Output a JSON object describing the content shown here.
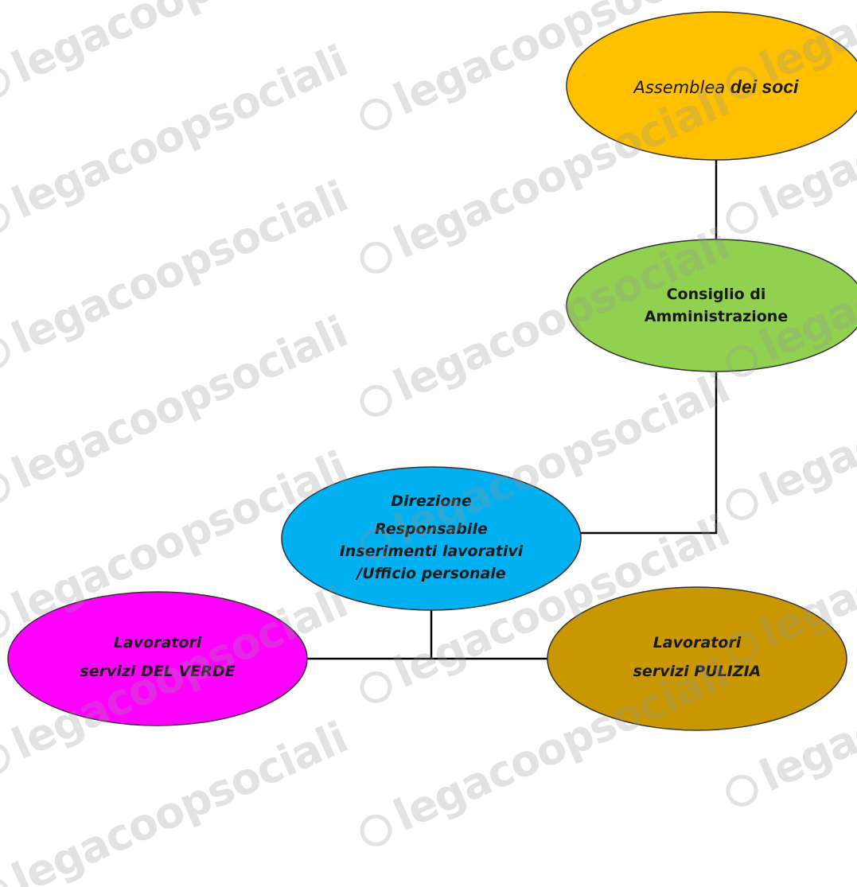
{
  "colors": {
    "assemblea": "#FFC000",
    "consiglio": "#92D050",
    "direzione": "#00B0F0",
    "verde": "#FF00FF",
    "pulizia": "#C99700",
    "connector": "#000000"
  },
  "nodes": {
    "assemblea": {
      "text_plain": "Assemblea",
      "text_bold": "dei soci"
    },
    "consiglio": {
      "line1": "Consiglio di",
      "line2": "Amministrazione"
    },
    "direzione": {
      "line1": "Direzione",
      "line2": "Responsabile",
      "line3": "Inserimenti lavorativi",
      "line4": "/Ufficio personale"
    },
    "verde": {
      "line1": "Lavoratori",
      "line2": "servizi DEL VERDE"
    },
    "pulizia": {
      "line1": "Lavoratori",
      "line2": "servizi PULIZIA"
    }
  },
  "watermark": {
    "text": "legacoopsociali",
    "icon": "legacoop-logo-icon"
  }
}
